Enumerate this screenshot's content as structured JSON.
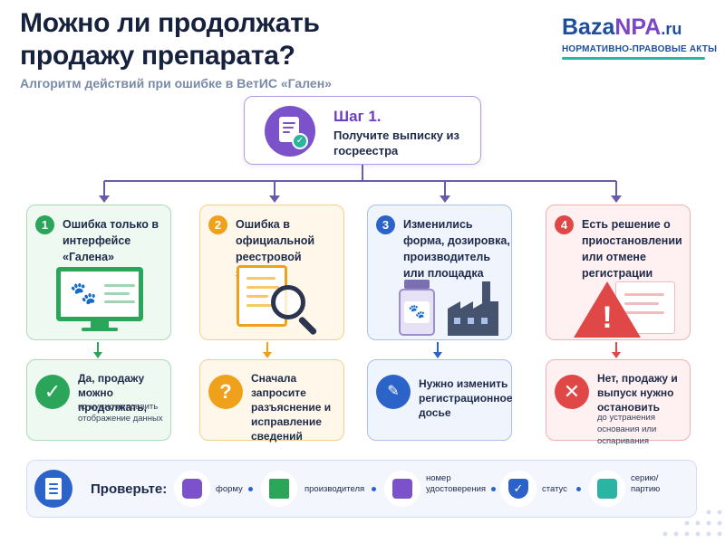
{
  "header": {
    "title": "Можно ли продолжать продажу препарата?",
    "subtitle": "Алгоритм действий при ошибке в ВетИС «Гален»"
  },
  "logo": {
    "baza": "Baza",
    "npa": "NPA",
    "ru": ".ru",
    "tagline": "НОРМАТИВНО-ПРАВОВЫЕ АКТЫ"
  },
  "step": {
    "title": "Шаг 1.",
    "text": "Получите выписку из госреестра"
  },
  "cases": [
    {
      "number": "1",
      "text": "Ошибка только в интерфейсе «Галена»"
    },
    {
      "number": "2",
      "text": "Ошибка в официальной реестровой записи"
    },
    {
      "number": "3",
      "text": "Изменились форма, дозировка, производитель или площадка"
    },
    {
      "number": "4",
      "text": "Есть решение о приостановлении или отмене регистрации"
    }
  ],
  "results": [
    {
      "main": "Да, продажу можно продолжать,",
      "sub": "но нужно исправить отображение данных",
      "icon": "check-icon"
    },
    {
      "main": "Сначала запросите разъяснение и исправление сведений",
      "sub": "",
      "icon": "question-icon"
    },
    {
      "main": "Нужно изменить регистрационное досье",
      "sub": "",
      "icon": "edit-document-icon"
    },
    {
      "main": "Нет, продажу и выпуск нужно остановить",
      "sub": "до устранения основания или оспаривания",
      "icon": "cross-icon"
    }
  ],
  "checklist": {
    "title": "Проверьте:",
    "items": [
      {
        "label": "форму",
        "icon": "vial-icon"
      },
      {
        "label": "производителя",
        "icon": "factory-icon"
      },
      {
        "label": "номер удостоверения",
        "icon": "id-card-icon"
      },
      {
        "label": "статус",
        "icon": "shield-check-icon"
      },
      {
        "label": "серию/ партию",
        "icon": "box-icon"
      }
    ]
  },
  "colors": {
    "green": "#2aa55a",
    "orange": "#f0a11c",
    "blue": "#2c63c8",
    "red": "#e04848",
    "purple": "#7b52c9",
    "teal": "#2bb3a3"
  }
}
